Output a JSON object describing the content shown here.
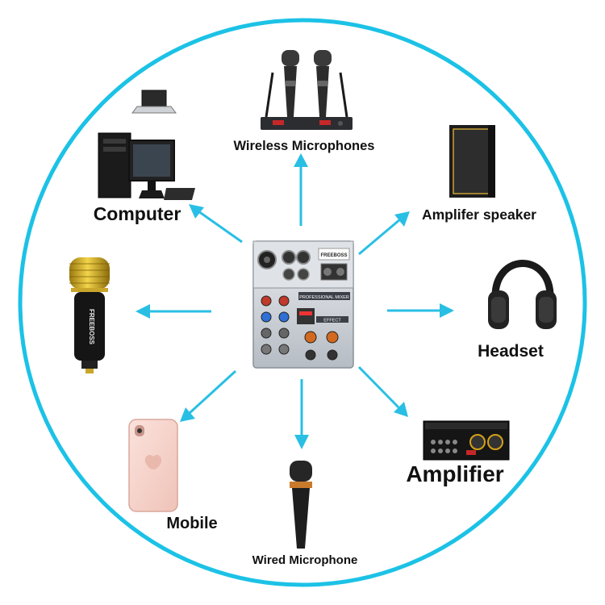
{
  "colors": {
    "ring": "#1cc2e6",
    "arrow": "#29bfe4",
    "label": "#111111",
    "background": "#ffffff"
  },
  "center": {
    "device": "audio-mixer",
    "brand": "FREEBOSS",
    "panel_text": "PROFESSIONAL MIXER",
    "effect_text": "EFFECT"
  },
  "devices": {
    "wireless_microphones": {
      "label": "Wireless Microphones"
    },
    "amplifer_speaker": {
      "label": "Amplifer speaker"
    },
    "headset": {
      "label": "Headset"
    },
    "amplifier": {
      "label": "Amplifier"
    },
    "wired_microphone": {
      "label": "Wired Microphone"
    },
    "mobile": {
      "label": "Mobile"
    },
    "condenser_microphone": {
      "brand": "FREEBOSS"
    },
    "computer": {
      "label": "Computer"
    }
  }
}
